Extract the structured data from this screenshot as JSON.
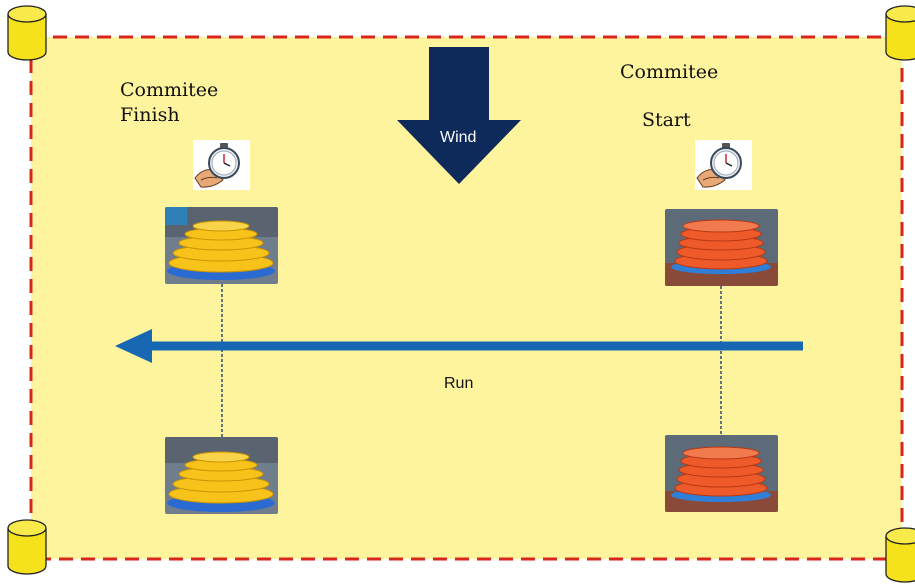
{
  "diagram": {
    "labels": {
      "finish_committee_line1": "Commitee",
      "finish_committee_line2": "Finish",
      "start_committee_line1": "Commitee",
      "start_committee_line2": "Start",
      "wind": "Wind",
      "run": "Run"
    },
    "colors": {
      "area_fill": "#fdf49d",
      "boundary": "#d9261c",
      "wind_arrow": "#0d2a5a",
      "run_arrow": "#1767b3",
      "finish_buoy": "#f7c21a",
      "start_buoy": "#ef5a2a",
      "corner_buoy": "#f6e21a"
    },
    "icons": [
      "corner-buoy-icon",
      "stopwatch-icon",
      "buoy-photo"
    ]
  }
}
